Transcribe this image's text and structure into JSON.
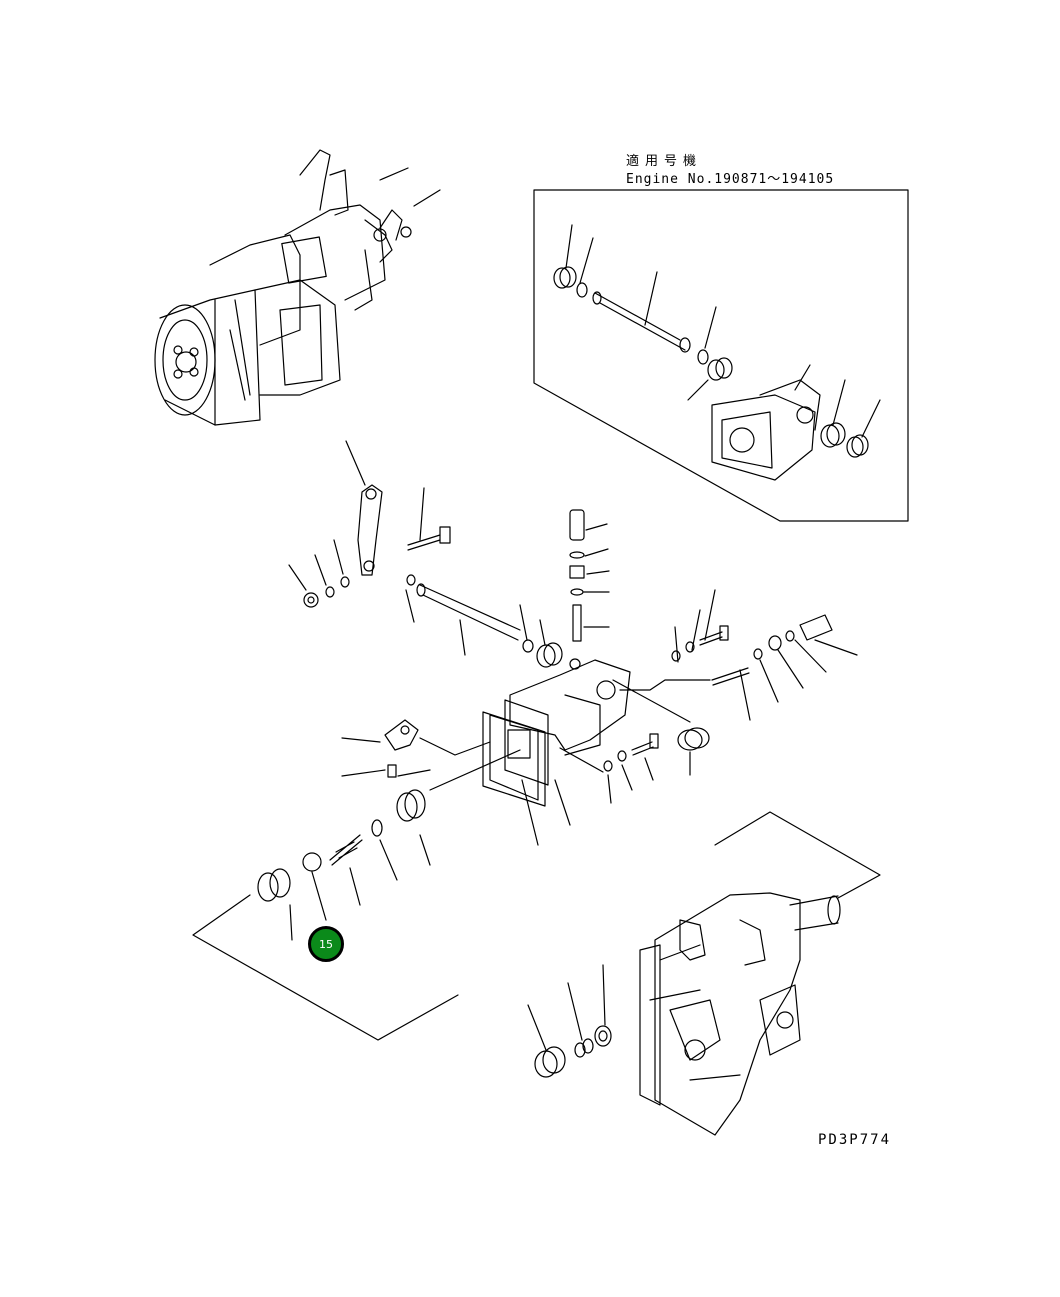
{
  "header": {
    "apply_title": "適用号機",
    "engine_range": "Engine No.190871～194105"
  },
  "footer": {
    "drawing_id": "PD3P774"
  },
  "callout": {
    "label": "15",
    "color": "#0b8a1a"
  }
}
